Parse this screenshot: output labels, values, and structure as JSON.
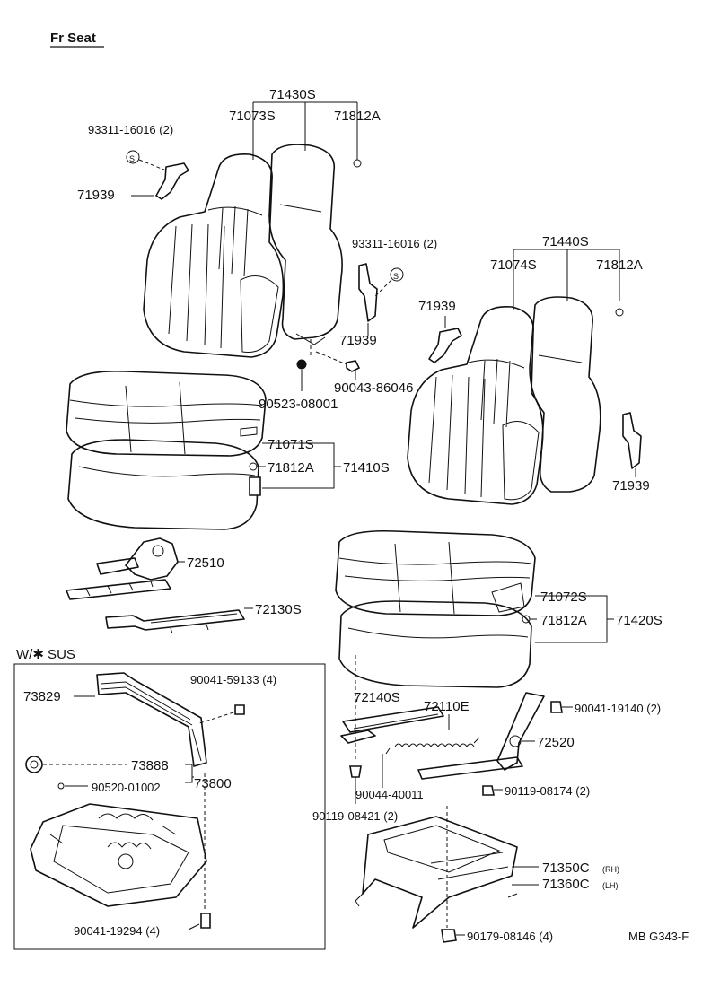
{
  "title": "Fr Seat",
  "inset_title": "W/✱ SUS",
  "drawing_code": "MB G343-F",
  "screw_marker": "S",
  "labels": {
    "p71430S": "71430S",
    "p71073S": "71073S",
    "p71812A_a": "71812A",
    "p93311_a": "93311-16016 (2)",
    "p71939_a": "71939",
    "p93311_b": "93311-16016 (2)",
    "p71939_b": "71939",
    "p90043": "90043-86046",
    "p90523": "90523-08001",
    "p71440S": "71440S",
    "p71074S": "71074S",
    "p71812A_b": "71812A",
    "p71939_c": "71939",
    "p71939_d": "71939",
    "p71071S": "71071S",
    "p71812A_c": "71812A",
    "p71410S": "71410S",
    "p72510": "72510",
    "p72130S": "72130S",
    "p71072S": "71072S",
    "p71812A_d": "71812A",
    "p71420S": "71420S",
    "p73829": "73829",
    "p90041_59133": "90041-59133 (4)",
    "p73888": "73888",
    "p90520": "90520-01002",
    "p73800": "73800",
    "p90041_19294": "90041-19294 (4)",
    "p72140S": "72140S",
    "p72110E": "72110E",
    "p90041_19140": "90041-19140 (2)",
    "p72520": "72520",
    "p90044": "90044-40011",
    "p90119_08174": "90119-08174 (2)",
    "p90119_08421": "90119-08421 (2)",
    "p71350C": "71350C",
    "p71350C_suffix": "(RH)",
    "p71360C": "71360C",
    "p71360C_suffix": "(LH)",
    "p90179": "90179-08146 (4)"
  }
}
